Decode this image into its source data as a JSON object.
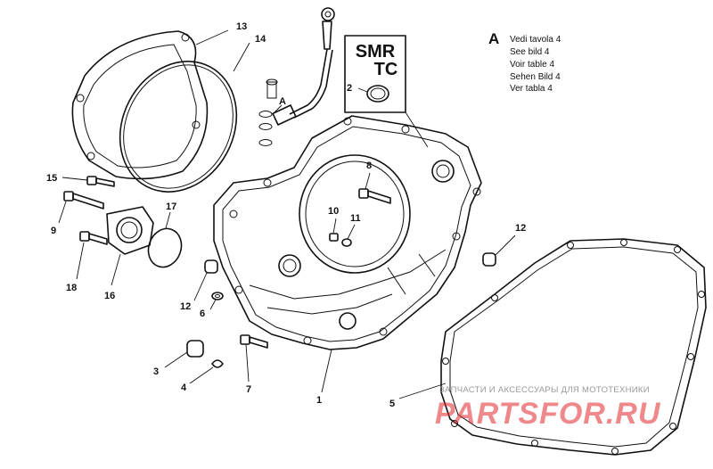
{
  "callouts": {
    "c1": "1",
    "c2": "2",
    "c3": "3",
    "c4": "4",
    "c5": "5",
    "c6": "6",
    "c7": "7",
    "c8": "8",
    "c9": "9",
    "c10": "10",
    "c11": "11",
    "c12a": "12",
    "c12b": "12",
    "c13": "13",
    "c14": "14",
    "c15": "15",
    "c16": "16",
    "c17": "17",
    "c18": "18",
    "letterA": "A"
  },
  "tool_box": {
    "line1": "SMR",
    "line2": "TC"
  },
  "reference_note": {
    "letter": "A",
    "lines": [
      "Vedi tavola 4",
      "See bild 4",
      "Voir table 4",
      "Sehen Bild 4",
      "Ver tabla 4"
    ]
  },
  "watermark": {
    "tagline": "ЗАПЧАСТИ И АКСЕССУАРЫ ДЛЯ МОТОТЕХНИКИ",
    "logo": "PARTSFOR.RU",
    "logo_color": "#e3272d"
  },
  "colors": {
    "ink": "#111111",
    "background": "#ffffff"
  }
}
